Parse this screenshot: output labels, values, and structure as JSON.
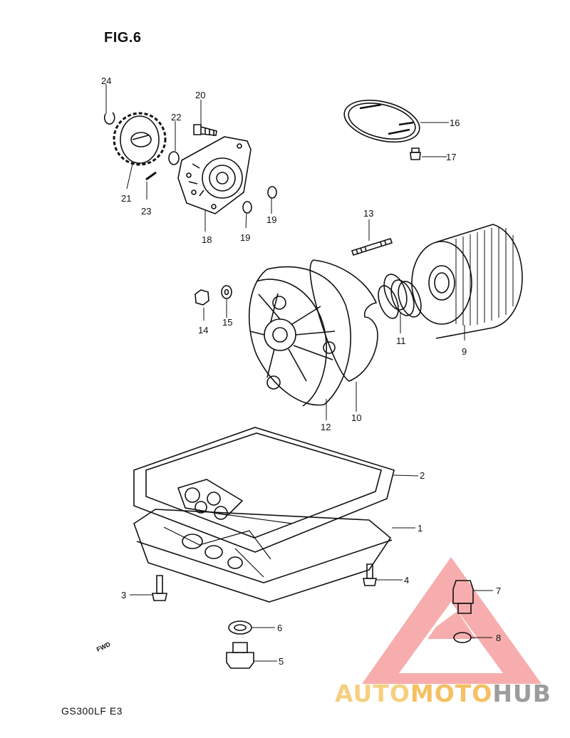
{
  "figure": {
    "title": "FIG.6",
    "model_code": "GS300LF  E3"
  },
  "callouts": {
    "n1": "1",
    "n2": "2",
    "n3": "3",
    "n4": "4",
    "n5": "5",
    "n6": "6",
    "n7": "7",
    "n8": "8",
    "n9": "9",
    "n10": "10",
    "n11": "11",
    "n12": "12",
    "n13": "13",
    "n14": "14",
    "n15": "15",
    "n16": "16",
    "n17": "17",
    "n18": "18",
    "n19a": "19",
    "n19b": "19",
    "n20": "20",
    "n21": "21",
    "n22": "22",
    "n23": "23",
    "n24": "24"
  },
  "fwd_label": "FWD",
  "watermark": {
    "part1": "AUTO",
    "part2": "MOTO",
    "part3": "HUB",
    "color_triangle": "#f26b6b"
  }
}
